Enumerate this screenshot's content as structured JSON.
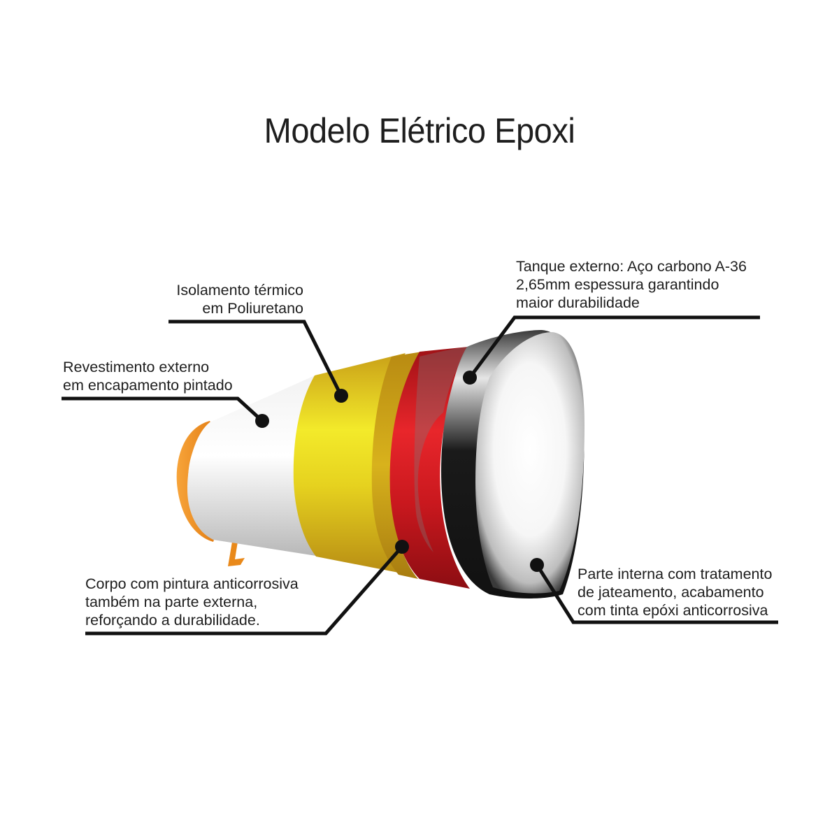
{
  "title": "Modelo Elétrico Epoxi",
  "labels": {
    "isolamento": [
      "Isolamento térmico",
      "em Poliuretano"
    ],
    "revestimento": [
      "Revestimento externo",
      "em encapamento pintado"
    ],
    "tanque": [
      "Tanque externo: Aço carbono A-36",
      "2,65mm espessura garantindo",
      "maior durabilidade"
    ],
    "corpo": [
      "Corpo com pintura anticorrosiva",
      "também na parte externa,",
      "reforçando a durabilidade."
    ],
    "interna": [
      "Parte interna com tratamento",
      "de jateamento, acabamento",
      "com tinta epóxi anticorrosiva"
    ]
  },
  "colors": {
    "orange_rim": "#f5901f",
    "white_layer": "#e6e6e6",
    "yellow_layer": "#e8c41a",
    "red_layer": "#c8161d",
    "black_layer": "#1a1a1a",
    "inner_surface": "#f4f4f4",
    "leader_line": "#111111"
  }
}
